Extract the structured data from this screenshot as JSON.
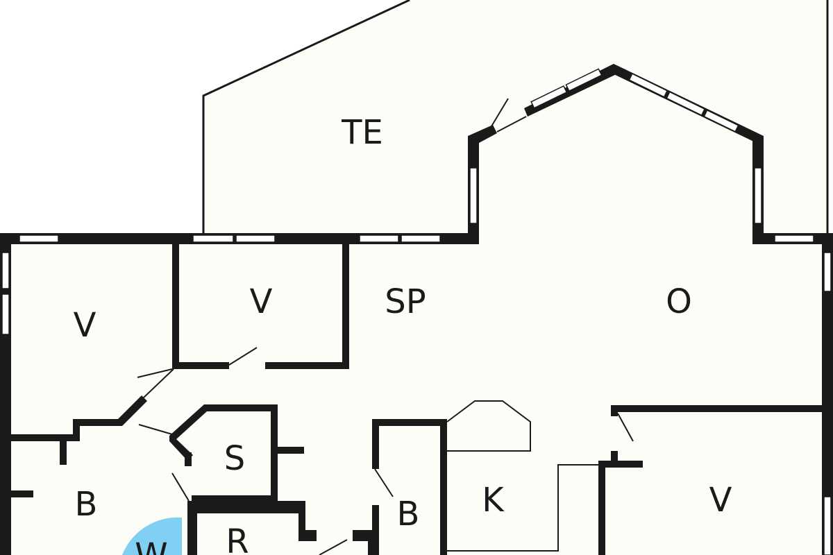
{
  "rooms": {
    "terrace": "TE",
    "bedroom_nw": "V",
    "bedroom_n": "V",
    "dining": "SP",
    "living": "O",
    "bathroom_w": "B",
    "storage": "S",
    "bedroom_e": "V",
    "kitchen": "K",
    "bathroom_c": "B",
    "utility": "R",
    "wc": "W"
  },
  "colors": {
    "wall": "#1a1a1a",
    "floor": "#fdfdf8",
    "fixture_highlight": "#7fd0f2"
  }
}
